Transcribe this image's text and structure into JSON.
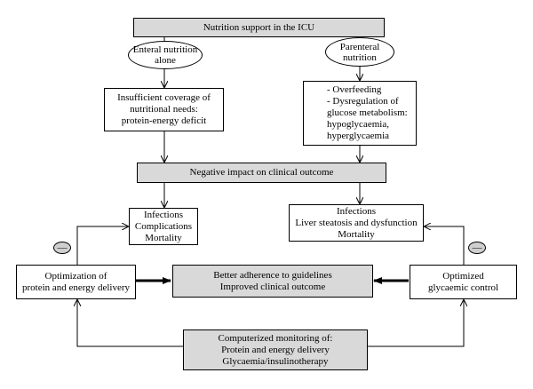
{
  "top": {
    "title": "Nutrition support in the ICU"
  },
  "enteral": {
    "line1": "Enteral nutrition",
    "line2": "alone"
  },
  "parenteral": {
    "line1": "Parenteral",
    "line2": "nutrition"
  },
  "insufficient": {
    "line1": "Insufficient coverage of",
    "line2": "nutritional needs:",
    "line3": "protein-energy deficit"
  },
  "overfeeding": {
    "line1": "- Overfeeding",
    "line2": "- Dysregulation of",
    "line3": "glucose metabolism:",
    "line4": "hypoglycaemia,",
    "line5": "hyperglycaemia"
  },
  "negative": {
    "title": "Negative impact on clinical outcome"
  },
  "left_outcome": {
    "line1": "Infections",
    "line2": "Complications",
    "line3": "Mortality"
  },
  "right_outcome": {
    "line1": "Infections",
    "line2": "Liver steatosis and dysfunction",
    "line3": "Mortality"
  },
  "optimization": {
    "line1": "Optimization of",
    "line2": "protein and energy delivery"
  },
  "better": {
    "line1": "Better adherence to guidelines",
    "line2": "Improved clinical outcome"
  },
  "optimized": {
    "line1": "Optimized",
    "line2": "glycaemic control"
  },
  "monitoring": {
    "line1": "Computerized monitoring of:",
    "line2": "Protein and energy delivery",
    "line3": "Glycaemia/insulinotherapy"
  },
  "minus_symbol": "—",
  "colors": {
    "grey_box": "#d9d9d9",
    "minus_fill": "#cfcfcf",
    "line": "#000000"
  }
}
